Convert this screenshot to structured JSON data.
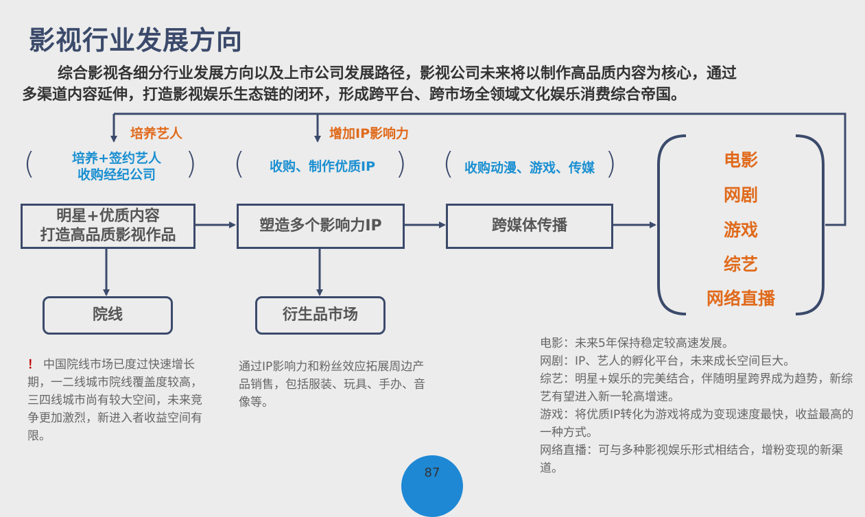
{
  "title": "影视行业发展方向",
  "intro": {
    "line1": "综合影视各细分行业发展方向以及上市公司发展路径，影视公司未来将以制作高品质内容为核心，通过",
    "line2": "多渠道内容延伸，打造影视娱乐生态链的闭环，形成跨平台、跨市场全领域文化娱乐消费综合帝国。"
  },
  "feedback_labels": {
    "cultivate_artists": "培养艺人",
    "increase_ip": "增加IP影响力"
  },
  "bracket_notes": {
    "n1_line1": "培养+签约艺人",
    "n1_line2": "收购经纪公司",
    "n2": "收购、制作优质IP",
    "n3": "收购动漫、游戏、传媒"
  },
  "flow_boxes": {
    "stars_line1": "明星+优质内容",
    "stars_line2": "打造高品质影视作品",
    "ip": "塑造多个影响力IP",
    "cross_media": "跨媒体传播"
  },
  "sub_boxes": {
    "theaters": "院线",
    "derivatives": "衍生品市场"
  },
  "media_outputs": [
    "电影",
    "网剧",
    "游戏",
    "综艺",
    "网络直播"
  ],
  "notes": {
    "theaters_mark": "！",
    "theaters": "中国院线市场已度过快速增长期，一二线城市院线覆盖度较高，三四线城市尚有较大空间，未来竞争更加激烈，新进入者收益空间有限。",
    "derivatives": "通过IP影响力和粉丝效应拓展周边产品销售，包括服装、玩具、手办、音像等。",
    "media": [
      "电影：未来5年保持稳定较高速发展。",
      "网剧：IP、艺人的孵化平台，未来成长空间巨大。",
      "综艺：明星+娱乐的完美结合，伴随明星跨界成为趋势，新综艺有望进入新一轮高增速。",
      "游戏：将优质IP转化为游戏将成为变现速度最快，收益最高的一种方式。",
      "网络直播：可与多种影视娱乐形式相结合，增粉变现的新渠道。"
    ]
  },
  "page_number": "87",
  "colors": {
    "navy": "#3b4a6b",
    "orange": "#e06a1b",
    "blue": "#1a8fd1",
    "page_circle": "#1e88d4"
  }
}
